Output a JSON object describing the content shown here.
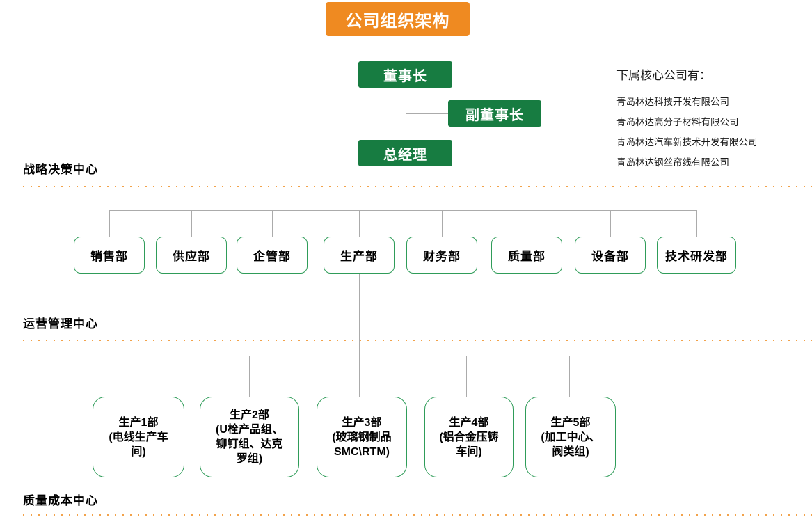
{
  "title": "公司组织架构",
  "executives": {
    "chairman": "董事长",
    "vice_chairman": "副董事长",
    "general_manager": "总经理"
  },
  "subsidiaries": {
    "header": "下属核心公司有：",
    "items": [
      "青岛林达科技开发有限公司",
      "青岛林达高分子材料有限公司",
      "青岛林达汽车新技术开发有限公司",
      "青岛林达钢丝帘线有限公司"
    ]
  },
  "sections": {
    "strategy": "战略决策中心",
    "operations": "运营管理中心",
    "quality_cost": "质量成本中心"
  },
  "departments": [
    "销售部",
    "供应部",
    "企管部",
    "生产部",
    "财务部",
    "质量部",
    "设备部",
    "技术研发部"
  ],
  "production_units": [
    "生产1部\n(电线生产车\n间)",
    "生产2部\n(U栓产品组、\n铆钉组、达克\n罗组)",
    "生产3部\n(玻璃钢制品\nSMC\\RTM)",
    "生产4部\n(铝合金压铸\n车间)",
    "生产5部\n(加工中心、\n阀类组)"
  ],
  "colors": {
    "banner_orange": "#EF8A21",
    "executive_green": "#177C41",
    "box_border_green": "#2F9C59",
    "connector_gray": "#ABABAB",
    "dotted_orange": "#F2A24A"
  }
}
